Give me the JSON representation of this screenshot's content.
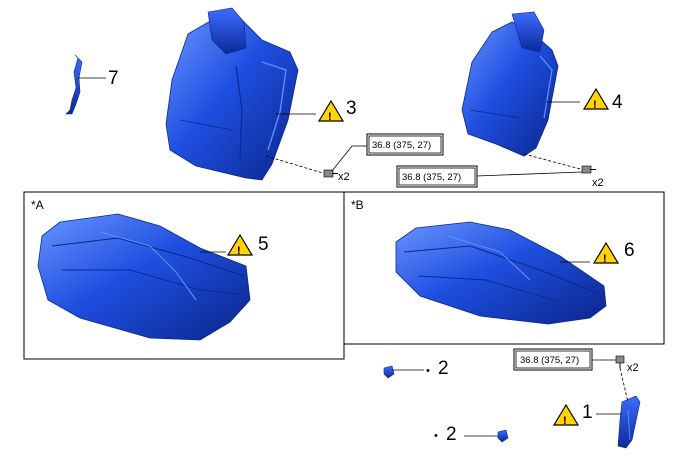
{
  "panels": {
    "a_label": "*A",
    "b_label": "*B"
  },
  "callouts": {
    "p1": "1",
    "p2a": "2",
    "p2b": "2",
    "p3": "3",
    "p4": "4",
    "p5": "5",
    "p6": "6",
    "p7": "7",
    "bullet": "•",
    "warning_symbol": "!"
  },
  "torque": {
    "t1": "36.8 (375, 27)",
    "t2": "36.8 (375, 27)",
    "t3": "36.8 (375, 27)"
  },
  "qty": {
    "q1": "x2",
    "q2": "x2",
    "q3": "x2"
  },
  "colors": {
    "part_blue": "#1a4fd6",
    "part_dark": "#0a2a8c",
    "part_light": "#5f8cff",
    "warn_yellow": "#ffd400"
  }
}
